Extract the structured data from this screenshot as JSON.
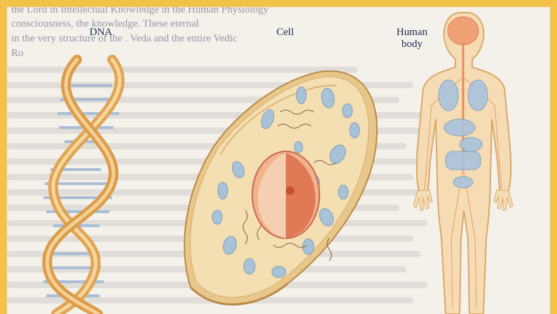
{
  "labels": {
    "dna": "DNA",
    "cell": "Cell",
    "human_body": "Human body"
  },
  "background_text": [
    "the Lord in Intellectual Knowledge in the Human Physiology",
    "consciousness, the knowledge. These eternal",
    "in the very structure of the . Veda and the entire Vedic",
    "Ro"
  ],
  "colors": {
    "frame": "#f2c24a",
    "page": "#f4f1ea",
    "cell_fill": "#f2d9a0",
    "nucleus": "#e8906a",
    "dna_gold": "#e8b060",
    "dna_blue": "#9fb4cf",
    "body_fill": "#f5d9b0"
  }
}
